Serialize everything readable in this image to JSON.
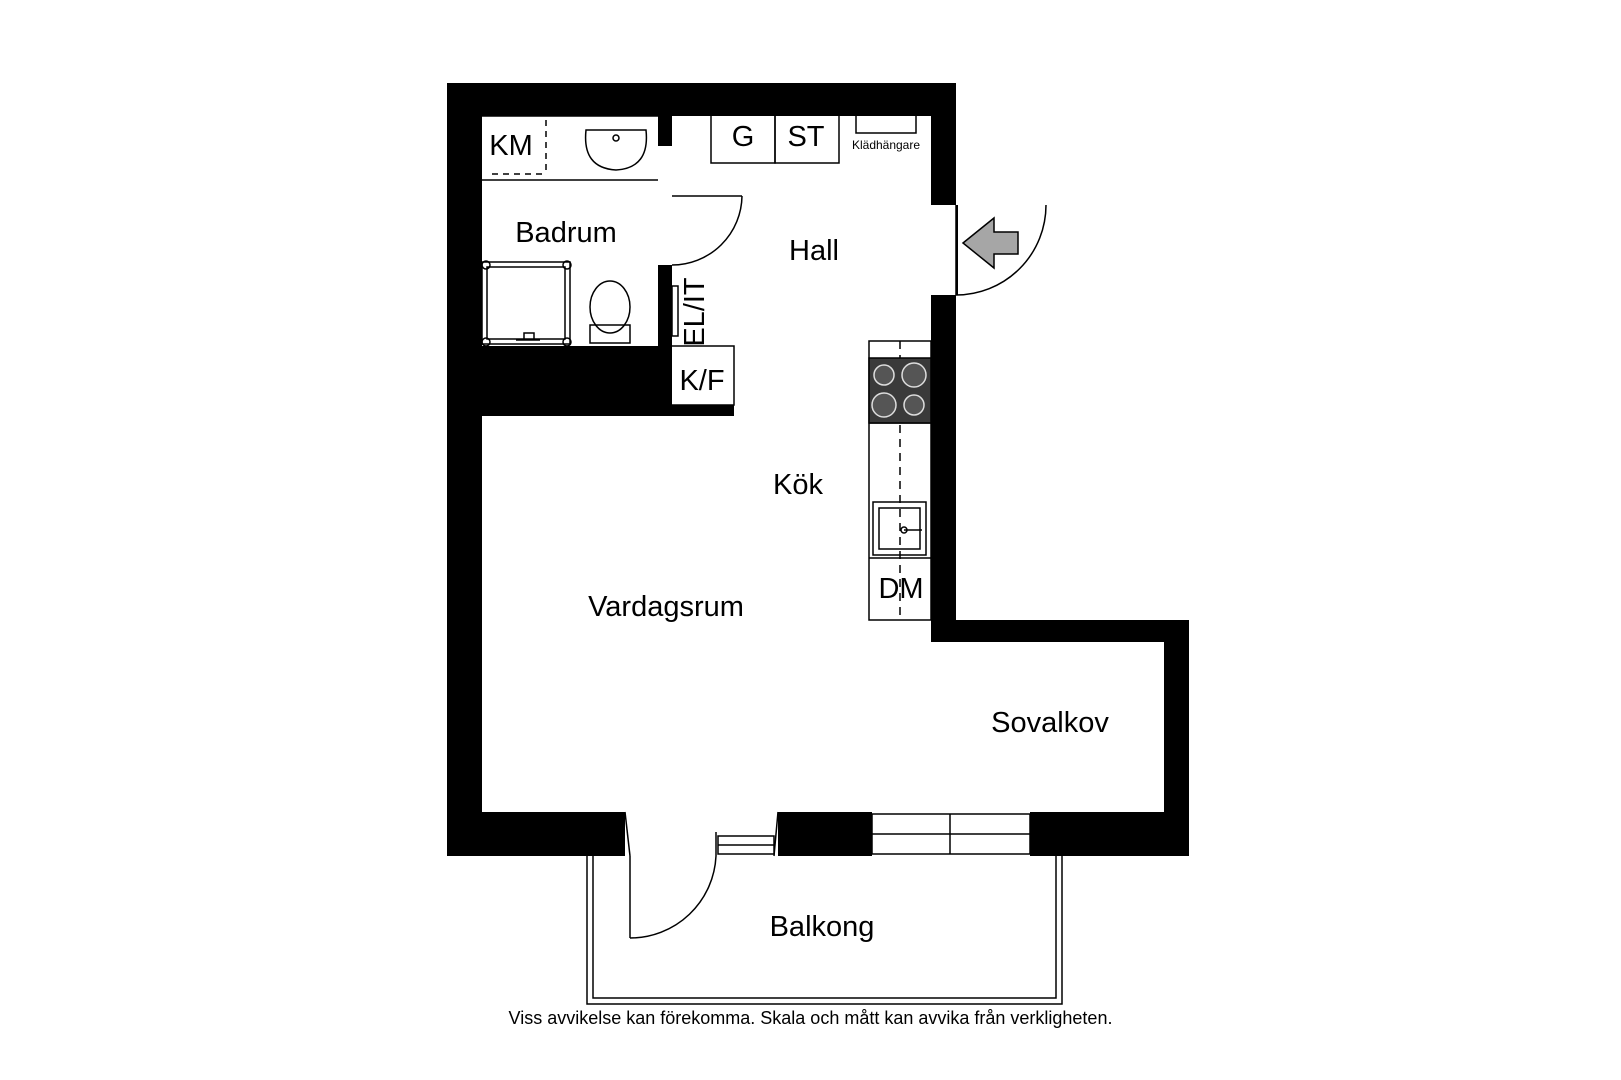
{
  "rooms": {
    "badrum": "Badrum",
    "hall": "Hall",
    "kok": "Kök",
    "vardagsrum": "Vardagsrum",
    "sovalkov": "Sovalkov",
    "balkong": "Balkong"
  },
  "fixtures": {
    "km": "KM",
    "g": "G",
    "st": "ST",
    "kladhangare": "Klädhängare",
    "elit": "EL/IT",
    "kf": "K/F",
    "dm": "DM"
  },
  "disclaimer": "Viss avvikelse kan förekomma. Skala och mått kan avvika från verkligheten.",
  "colors": {
    "wall": "#000000",
    "entrance_arrow": "#a6a6a6",
    "stove": "#3a3a3a"
  }
}
